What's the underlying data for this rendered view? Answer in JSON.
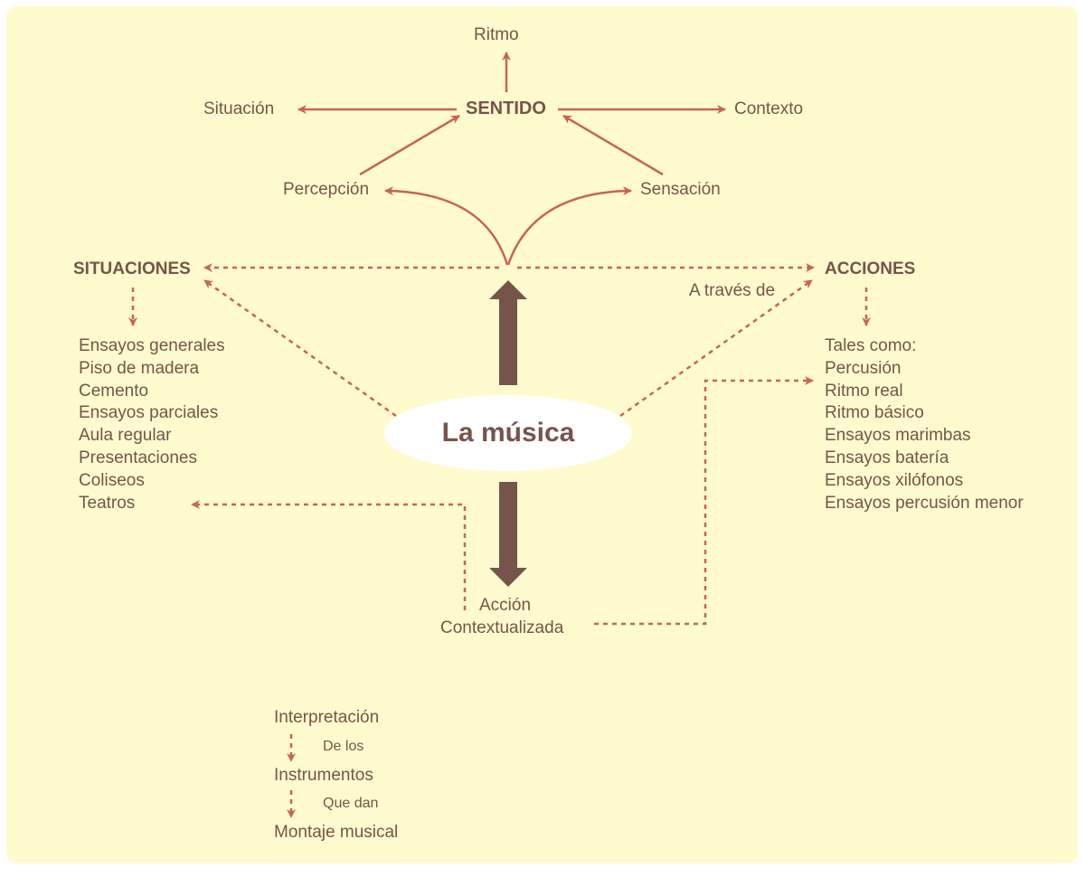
{
  "diagram": {
    "center": "La música",
    "sentido": {
      "label": "SENTIDO",
      "ritmo": "Ritmo",
      "situacion": "Situación",
      "contexto": "Contexto",
      "percepcion": "Percepción",
      "sensacion": "Sensación"
    },
    "situaciones": {
      "label": "SITUACIONES",
      "items": [
        "Ensayos generales",
        "Piso de madera",
        "Cemento",
        "Ensayos parciales",
        "Aula regular",
        "Presentaciones",
        "Coliseos",
        "Teatros"
      ]
    },
    "acciones": {
      "label": "ACCIONES",
      "connector_label": "A través de",
      "items": [
        "Tales como:",
        "Percusión",
        "Ritmo real",
        "Ritmo básico",
        "Ensayos marimbas",
        "Ensayos batería",
        "Ensayos xilófonos",
        "Ensayos percusión menor"
      ]
    },
    "accion_contextualizada": {
      "line1": "Acción",
      "line2": "Contextualizada"
    },
    "flow": {
      "step1": "Interpretación",
      "link1": "De los",
      "step2": "Instrumentos",
      "link2": "Que dan",
      "step3": "Montaje musical"
    },
    "colors": {
      "background": "#fffbcf",
      "text": "#76544a",
      "arrow": "#c8625a",
      "thick_arrow": "#76544a",
      "ellipse": "#ffffff"
    }
  }
}
